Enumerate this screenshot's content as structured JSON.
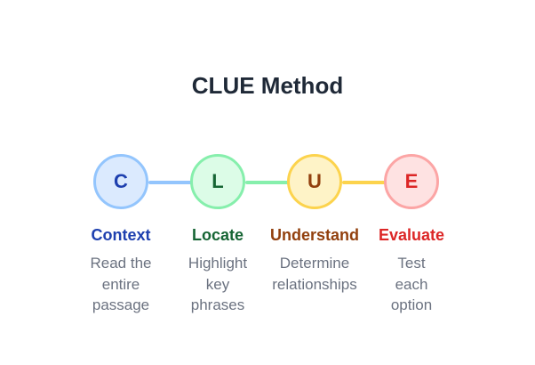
{
  "title": "CLUE Method",
  "steps": [
    {
      "letter": "C",
      "name": "Context",
      "desc_lines": [
        "Read the",
        "entire",
        "passage"
      ],
      "colors": {
        "fill": "#dbeafe",
        "border": "#93c5fd",
        "text": "#1e40af"
      }
    },
    {
      "letter": "L",
      "name": "Locate",
      "desc_lines": [
        "Highlight",
        "key",
        "phrases"
      ],
      "colors": {
        "fill": "#dcfce7",
        "border": "#86efac",
        "text": "#166534"
      }
    },
    {
      "letter": "U",
      "name": "Understand",
      "desc_lines": [
        "Determine",
        "relationships"
      ],
      "colors": {
        "fill": "#fef3c7",
        "border": "#fcd34d",
        "text": "#92400e"
      }
    },
    {
      "letter": "E",
      "name": "Evaluate",
      "desc_lines": [
        "Test",
        "each",
        "option"
      ],
      "colors": {
        "fill": "#fee2e2",
        "border": "#fca5a5",
        "text": "#dc2626"
      }
    }
  ],
  "connector_colors": [
    "#93c5fd",
    "#86efac",
    "#fcd34d"
  ]
}
